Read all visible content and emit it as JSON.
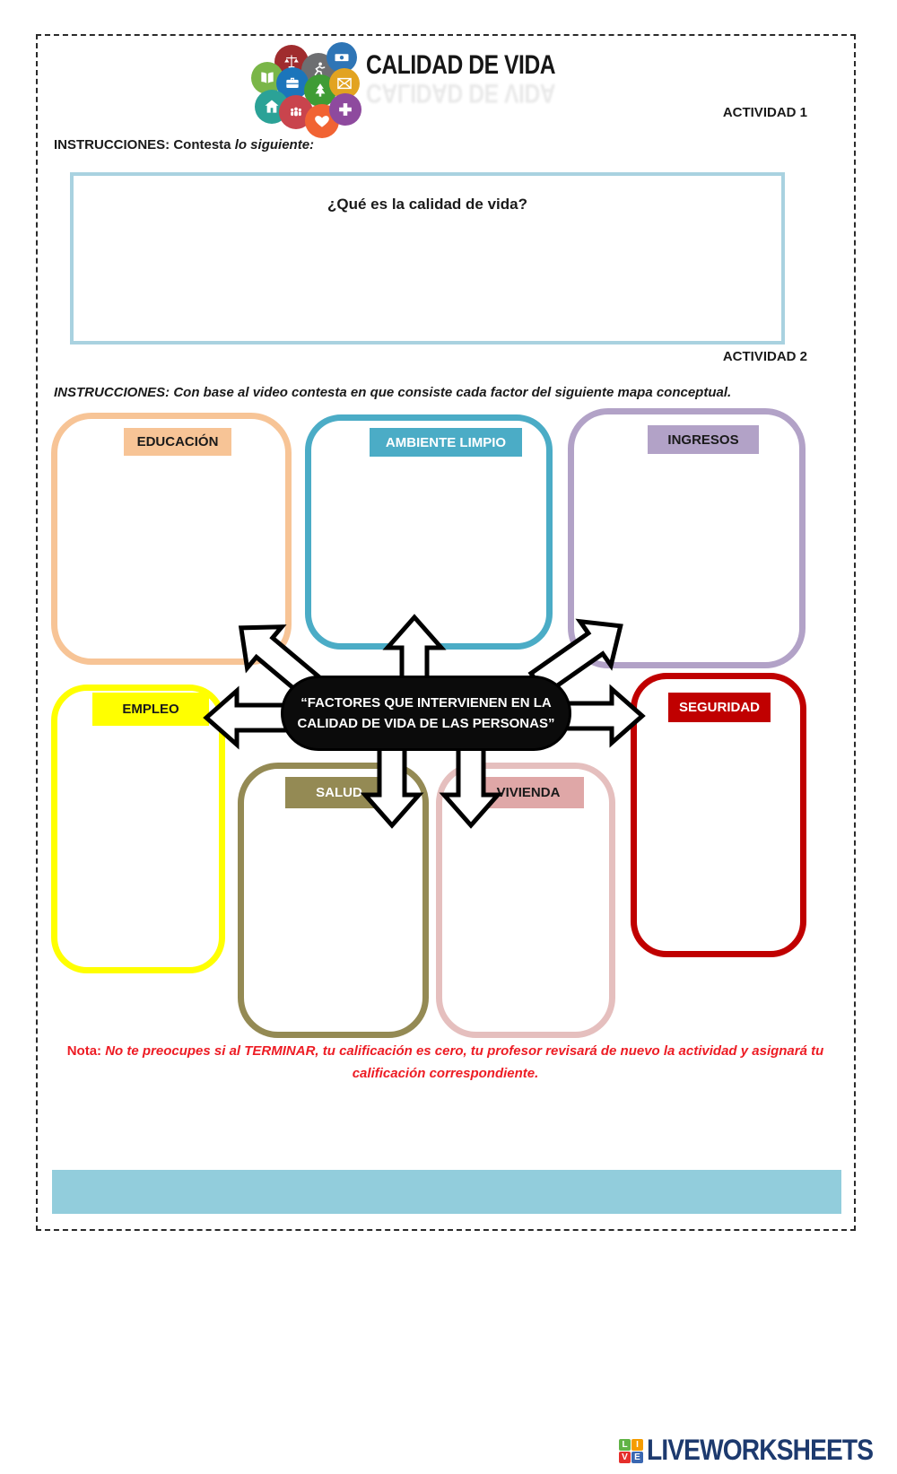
{
  "header": {
    "title": "CALIDAD DE VIDA",
    "activity1": "ACTIVIDAD 1"
  },
  "activity1": {
    "instructions_prefix": "INSTRUCCIONES: Contesta ",
    "instructions_italic": "lo siguiente:",
    "question": "¿Qué es la calidad de vida?"
  },
  "activity2": {
    "label": "ACTIVIDAD 2",
    "instructions": "INSTRUCCIONES: Con base al video contesta en que consiste cada factor del siguiente mapa conceptual."
  },
  "concept_map": {
    "center_line1": "“FACTORES QUE INTERVIENEN EN LA",
    "center_line2": "CALIDAD DE VIDA DE LAS PERSONAS”",
    "factors": [
      {
        "label": "EDUCACIÓN",
        "color": "#F7C496",
        "text_color": "#1a1a1a"
      },
      {
        "label": "AMBIENTE LIMPIO",
        "color": "#4BACC6",
        "text_color": "#ffffff"
      },
      {
        "label": "INGRESOS",
        "color": "#B2A2C7",
        "text_color": "#1a1a1a"
      },
      {
        "label": "EMPLEO",
        "color": "#FFFF00",
        "text_color": "#1a1a1a"
      },
      {
        "label": "SEGURIDAD",
        "color": "#C00000",
        "text_color": "#ffffff"
      },
      {
        "label": "SALUD",
        "color": "#948A54",
        "text_color": "#ffffff"
      },
      {
        "label": "VIVIENDA",
        "color": "#DFA7A7",
        "text_color": "#1a1a1a"
      }
    ]
  },
  "note": {
    "prefix": "Nota: ",
    "text": "No te preocupes si al TERMINAR, tu calificación es cero, tu profesor revisará de nuevo la actividad y asignará tu calificación correspondiente."
  },
  "logo_icons": [
    "book-icon",
    "scales-icon",
    "runner-icon",
    "money-icon",
    "briefcase-icon",
    "tree-icon",
    "envelope-icon",
    "house-icon",
    "people-icon",
    "heart-icon",
    "cross-icon"
  ],
  "footer": {
    "brand": "LIVEWORKSHEETS",
    "grid_letters": [
      "L",
      "I",
      "V",
      "E"
    ],
    "bar_color": "#92CDDC",
    "brand_color": "#1D3A6E"
  }
}
